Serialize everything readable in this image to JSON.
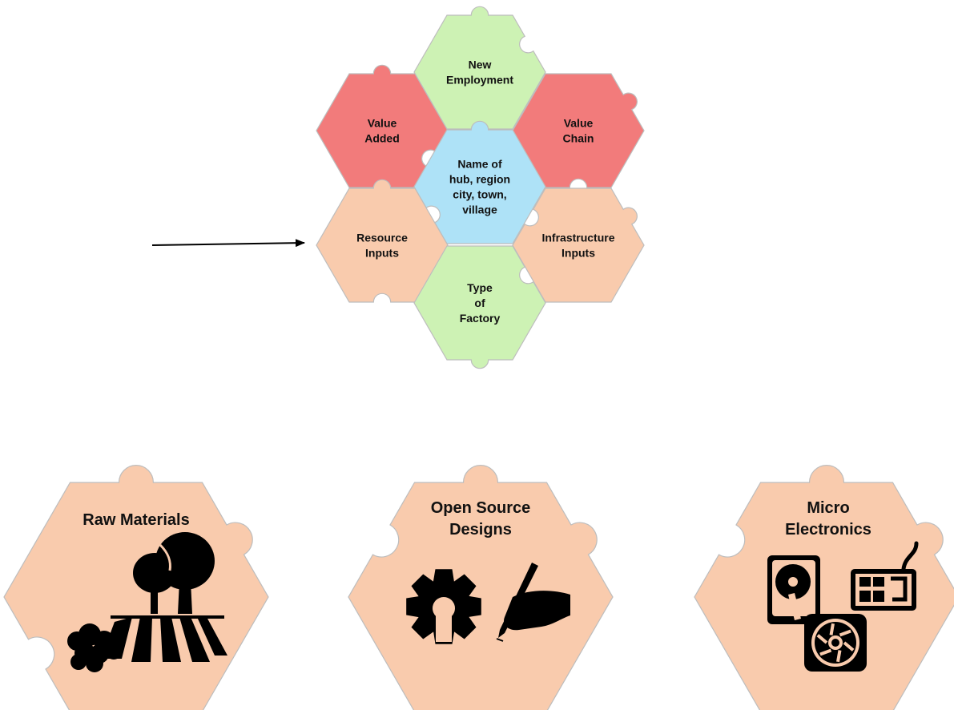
{
  "hex_cluster": {
    "top": {
      "lines": [
        "New",
        "Employment"
      ],
      "color": "#cdf2b4"
    },
    "upper_left": {
      "lines": [
        "Value",
        "Added"
      ],
      "color": "#f27b7b"
    },
    "upper_right": {
      "lines": [
        "Value",
        "Chain"
      ],
      "color": "#f27b7b"
    },
    "center": {
      "lines": [
        "Name of",
        "hub, region",
        "city, town,",
        "village"
      ],
      "color": "#aee2f7"
    },
    "lower_left": {
      "lines": [
        "Resource",
        "Inputs"
      ],
      "color": "#f9cbad"
    },
    "lower_right": {
      "lines": [
        "Infrastructure",
        "Inputs"
      ],
      "color": "#f9cbad"
    },
    "bottom": {
      "lines": [
        "Type",
        "of",
        "Factory"
      ],
      "color": "#cdf2b4"
    }
  },
  "big_tiles": [
    {
      "lines": [
        "Raw Materials"
      ],
      "icons": [
        "trees-icon",
        "farm-field-icon",
        "rocks-icon"
      ],
      "color": "#f9cbad"
    },
    {
      "lines": [
        "Open Source",
        "Designs"
      ],
      "icons": [
        "open-source-gear-icon",
        "hand-writing-icon"
      ],
      "color": "#f9cbad"
    },
    {
      "lines": [
        "Micro",
        "Electronics"
      ],
      "icons": [
        "hard-drive-icon",
        "circuit-board-icon",
        "cooling-fan-icon"
      ],
      "color": "#f9cbad"
    }
  ],
  "arrow": {
    "color": "#000000"
  }
}
